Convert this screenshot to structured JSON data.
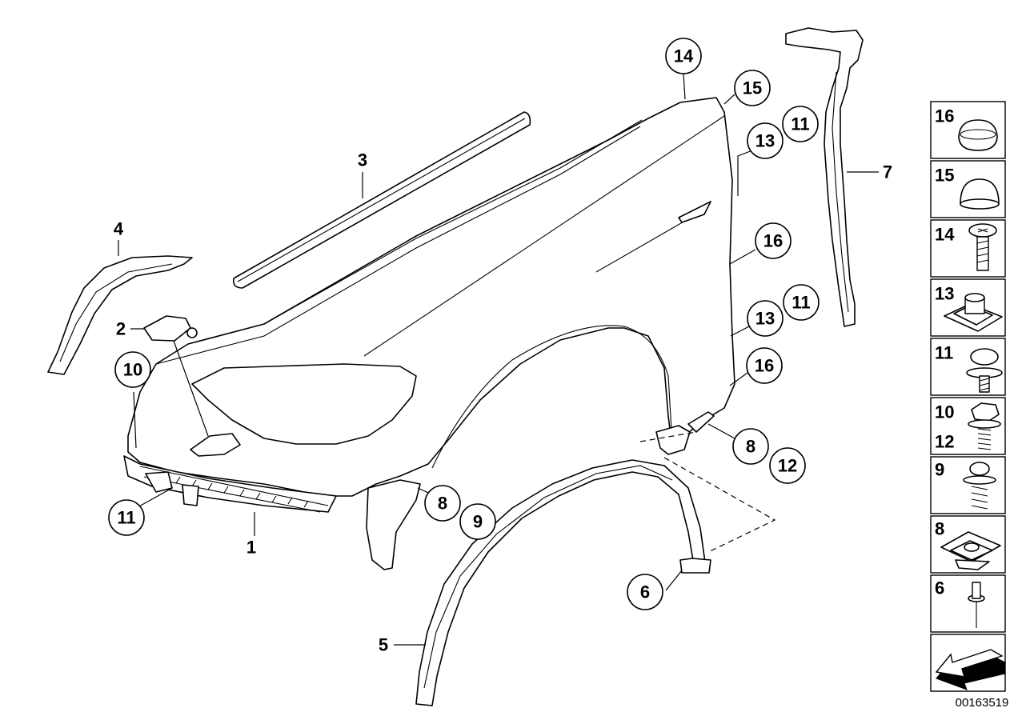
{
  "diagram_id": "00163519",
  "parts": [
    {
      "id": "part-1",
      "label": "1"
    },
    {
      "id": "part-2",
      "label": "2"
    },
    {
      "id": "part-3",
      "label": "3"
    },
    {
      "id": "part-4",
      "label": "4"
    },
    {
      "id": "part-5",
      "label": "5"
    },
    {
      "id": "part-7",
      "label": "7"
    }
  ],
  "callouts": [
    {
      "label": "14"
    },
    {
      "label": "15"
    },
    {
      "label": "11"
    },
    {
      "label": "13"
    },
    {
      "label": "16"
    },
    {
      "label": "13"
    },
    {
      "label": "11"
    },
    {
      "label": "16"
    },
    {
      "label": "10"
    },
    {
      "label": "11"
    },
    {
      "label": "8"
    },
    {
      "label": "9"
    },
    {
      "label": "8"
    },
    {
      "label": "12"
    },
    {
      "label": "6"
    }
  ],
  "legend": [
    {
      "label": "16",
      "icon": "cap-nut-icon"
    },
    {
      "label": "15",
      "icon": "dome-cap-icon"
    },
    {
      "label": "14",
      "icon": "screw-icon"
    },
    {
      "label": "13",
      "icon": "clip-nut-icon"
    },
    {
      "label": "11",
      "icon": "collar-screw-icon"
    },
    {
      "label": "10",
      "label2": "12",
      "icon": "hex-bolt-spring-icon"
    },
    {
      "label": "9",
      "icon": "spring-screw-icon"
    },
    {
      "label": "8",
      "icon": "spring-nut-icon"
    },
    {
      "label": "6",
      "icon": "rivet-icon"
    },
    {
      "label": "",
      "icon": "direction-arrow-icon"
    }
  ]
}
